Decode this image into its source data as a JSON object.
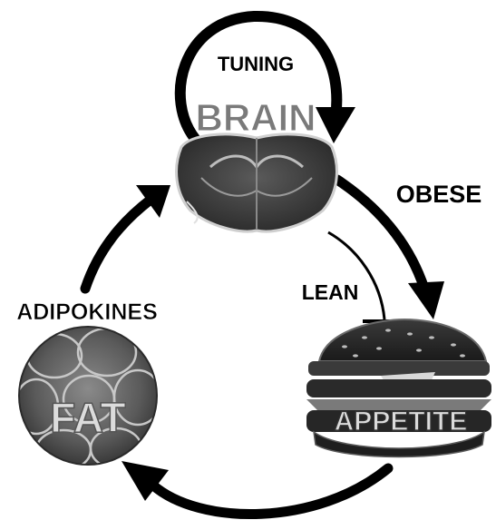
{
  "diagram": {
    "labels": {
      "tuning": "TUNING",
      "brain": "BRAIN",
      "obese": "OBESE",
      "lean": "LEAN",
      "adipokines": "ADIPOKINES",
      "fat": "FAT",
      "appetite": "APPETITE"
    },
    "colors": {
      "background": "#ffffff",
      "arrow": "#000000",
      "brain_label": "#7a7a7a",
      "overlay_label": "#d8d8d8"
    },
    "icons": {
      "brain_image": "brain-coronal-section-photo",
      "fat_image": "adipose-tissue-micrograph",
      "burger_image": "hamburger-photo"
    }
  }
}
